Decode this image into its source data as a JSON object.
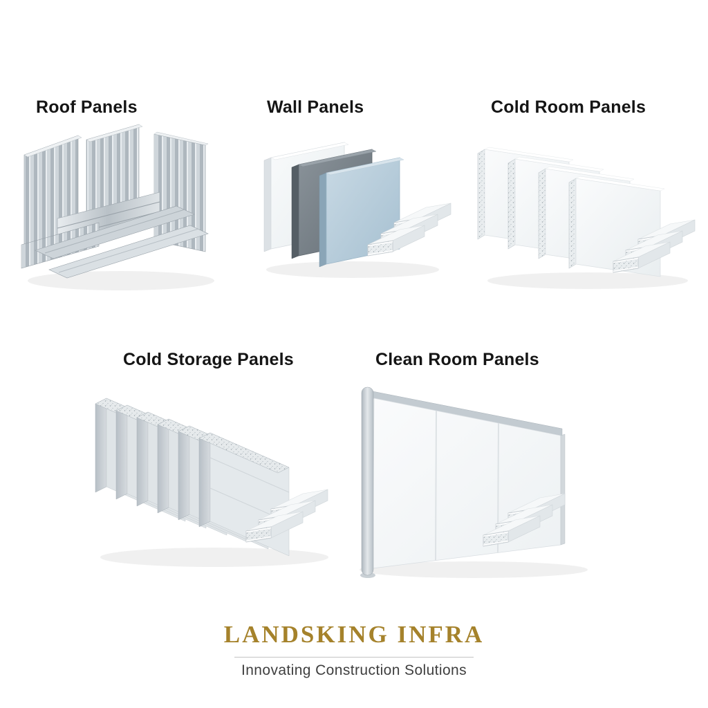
{
  "page": {
    "background": "#ffffff"
  },
  "sections": [
    {
      "id": "roof-panels",
      "label": "Roof Panels"
    },
    {
      "id": "wall-panels",
      "label": "Wall Panels"
    },
    {
      "id": "cold-room-panels",
      "label": "Cold Room Panels"
    },
    {
      "id": "cold-storage-panels",
      "label": "Cold Storage Panels"
    },
    {
      "id": "clean-room-panels",
      "label": "Clean Room Panels"
    }
  ],
  "figures": [
    {
      "name": "roof-panels-illustration",
      "depicts": "corrugated metal roof sheets and long roll-formed profiles"
    },
    {
      "name": "wall-panels-illustration",
      "depicts": "white, grey and light-blue flat wall panels with small sandwich panel stack"
    },
    {
      "name": "cold-room-panels-illustration",
      "depicts": "white insulated cold room panels with foam cores and small sandwich panel stack"
    },
    {
      "name": "cold-storage-panels-illustration",
      "depicts": "thick insulated cold storage panels stacked on edge with small sandwich panel stack"
    },
    {
      "name": "clean-room-panels-illustration",
      "depicts": "large white clean room wall partition with post and small sandwich panel stack"
    }
  ],
  "footer": {
    "brand": "LANDSKING INFRA",
    "tagline": "Innovating Construction Solutions",
    "brand_color": "#A5822B",
    "tagline_color": "#3F3F3F",
    "divider_color": "#C4C4C4"
  },
  "palette": {
    "metal_light": "#E8ECEF",
    "metal_mid": "#B9C1C7",
    "panel_white": "#F6F8F9",
    "panel_grey": "#7D868D",
    "panel_blue": "#B9CFDD",
    "foam_core": "#E9EDEF"
  }
}
